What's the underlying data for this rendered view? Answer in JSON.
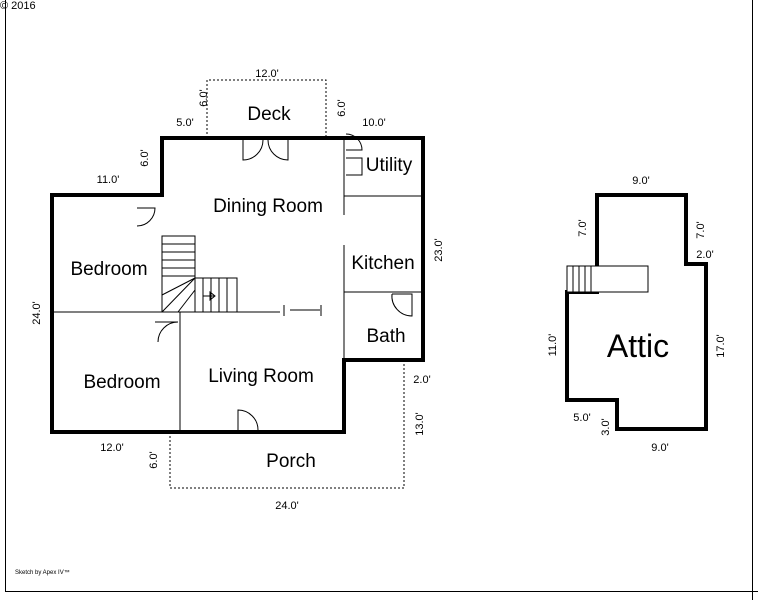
{
  "copyright": "© 2016",
  "credit": "Sketch by Apex IV™",
  "rooms": {
    "deck": "Deck",
    "utility": "Utility",
    "dining_room": "Dining Room",
    "kitchen": "Kitchen",
    "bedroom_upper": "Bedroom",
    "bedroom_lower": "Bedroom",
    "bath": "Bath",
    "living_room": "Living Room",
    "porch": "Porch",
    "attic": "Attic"
  },
  "dimensions": {
    "deck_width": "12.0'",
    "deck_depth_left": "6.0'",
    "deck_depth_right": "6.0'",
    "top_left_offset": "5.0'",
    "top_right_offset": "10.0'",
    "left_step_height": "6.0'",
    "left_wing_width": "11.0'",
    "overall_height": "24.0'",
    "right_height": "23.0'",
    "right_step": "2.0'",
    "porch_depth": "13.0'",
    "bottom_left_width": "12.0'",
    "porch_left_depth": "6.0'",
    "porch_width": "24.0'",
    "attic_top": "9.0'",
    "attic_top_left_height": "7.0'",
    "attic_top_right_height": "7.0'",
    "attic_right_step": "2.0'",
    "attic_left_height": "11.0'",
    "attic_right_height": "17.0'",
    "attic_bottom_step_width": "5.0'",
    "attic_bottom_step_height": "3.0'",
    "attic_bottom": "9.0'"
  }
}
